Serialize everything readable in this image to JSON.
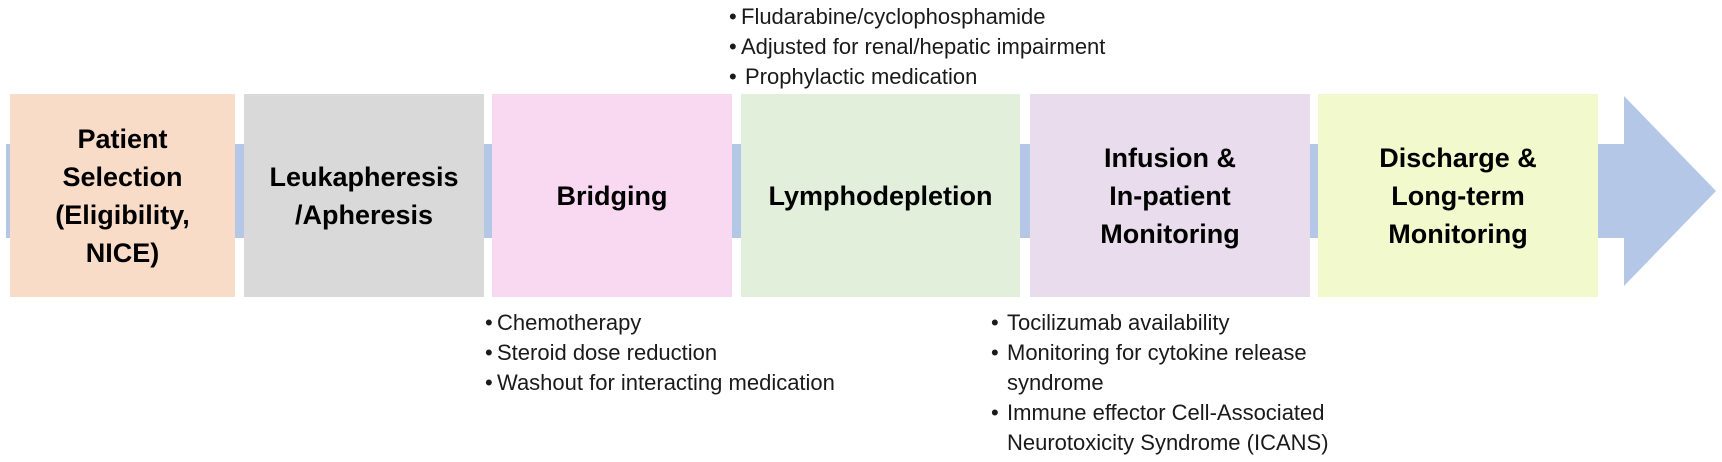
{
  "arrow_color": "#b4c7e7",
  "stages": [
    {
      "label": "Patient\nSelection\n(Eligibility,\nNICE)",
      "color": "#f8dcc8"
    },
    {
      "label": "Leukapheresis\n/Apheresis",
      "color": "#d9d9d9"
    },
    {
      "label": "Bridging",
      "color": "#f9d8f1"
    },
    {
      "label": "Lymphodepletion",
      "color": "#e2efda"
    },
    {
      "label": "Infusion &\nIn-patient\nMonitoring",
      "color": "#e9dcec"
    },
    {
      "label": "Discharge &\nLong-term\nMonitoring",
      "color": "#f2f9cc"
    }
  ],
  "notes": {
    "lymphodepletion": [
      "Fludarabine/cyclophosphamide",
      "Adjusted for renal/hepatic impairment",
      "Prophylactic medication"
    ],
    "bridging": [
      "Chemotherapy",
      "Steroid dose reduction",
      "Washout for interacting medication"
    ],
    "infusion": [
      "Tocilizumab availability",
      "Monitoring for cytokine release syndrome",
      "Immune effector Cell-Associated Neurotoxicity Syndrome (ICANS)"
    ]
  }
}
